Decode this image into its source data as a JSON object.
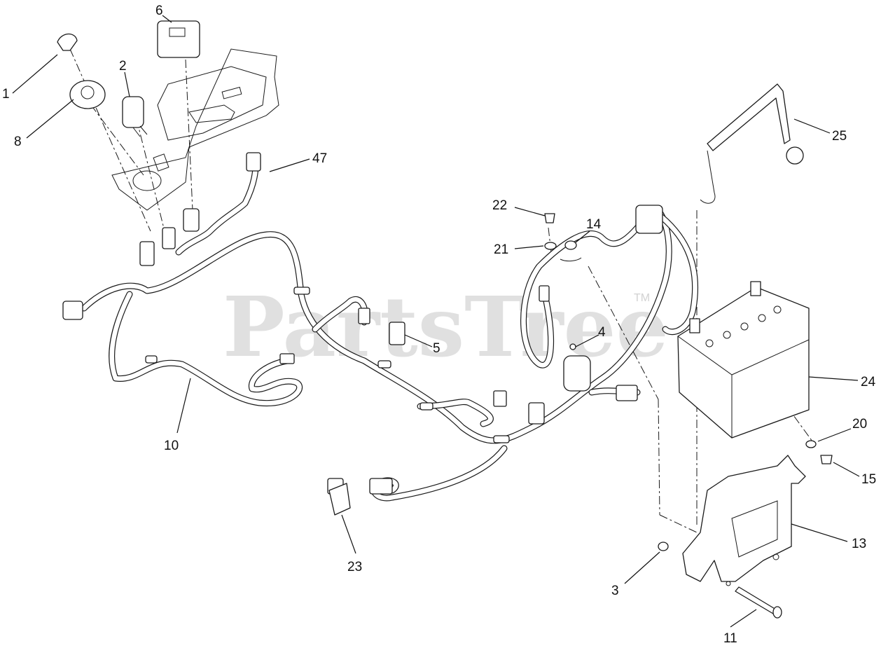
{
  "watermark": {
    "brand": "PartsTree",
    "trademark": "TM"
  },
  "callouts": [
    {
      "id": "c1",
      "label": "1",
      "part": "key"
    },
    {
      "id": "c2",
      "label": "2",
      "part": "push-button-switch"
    },
    {
      "id": "c3",
      "label": "3",
      "part": "nut"
    },
    {
      "id": "c4",
      "label": "4",
      "part": "solenoid"
    },
    {
      "id": "c5",
      "label": "5",
      "part": "relay"
    },
    {
      "id": "c6",
      "label": "6",
      "part": "hour-meter"
    },
    {
      "id": "c8",
      "label": "8",
      "part": "ignition-switch"
    },
    {
      "id": "c10",
      "label": "10",
      "part": "wire-harness"
    },
    {
      "id": "c11",
      "label": "11",
      "part": "bolt"
    },
    {
      "id": "c13",
      "label": "13",
      "part": "battery-tray"
    },
    {
      "id": "c14",
      "label": "14",
      "part": "washer"
    },
    {
      "id": "c15",
      "label": "15",
      "part": "screw"
    },
    {
      "id": "c20",
      "label": "20",
      "part": "washer"
    },
    {
      "id": "c21",
      "label": "21",
      "part": "washer"
    },
    {
      "id": "c22",
      "label": "22",
      "part": "screw"
    },
    {
      "id": "c23",
      "label": "23",
      "part": "seat-switch"
    },
    {
      "id": "c24",
      "label": "24",
      "part": "battery"
    },
    {
      "id": "c25",
      "label": "25",
      "part": "battery-strap"
    },
    {
      "id": "c47",
      "label": "47",
      "part": "wire-harness-connector"
    }
  ]
}
